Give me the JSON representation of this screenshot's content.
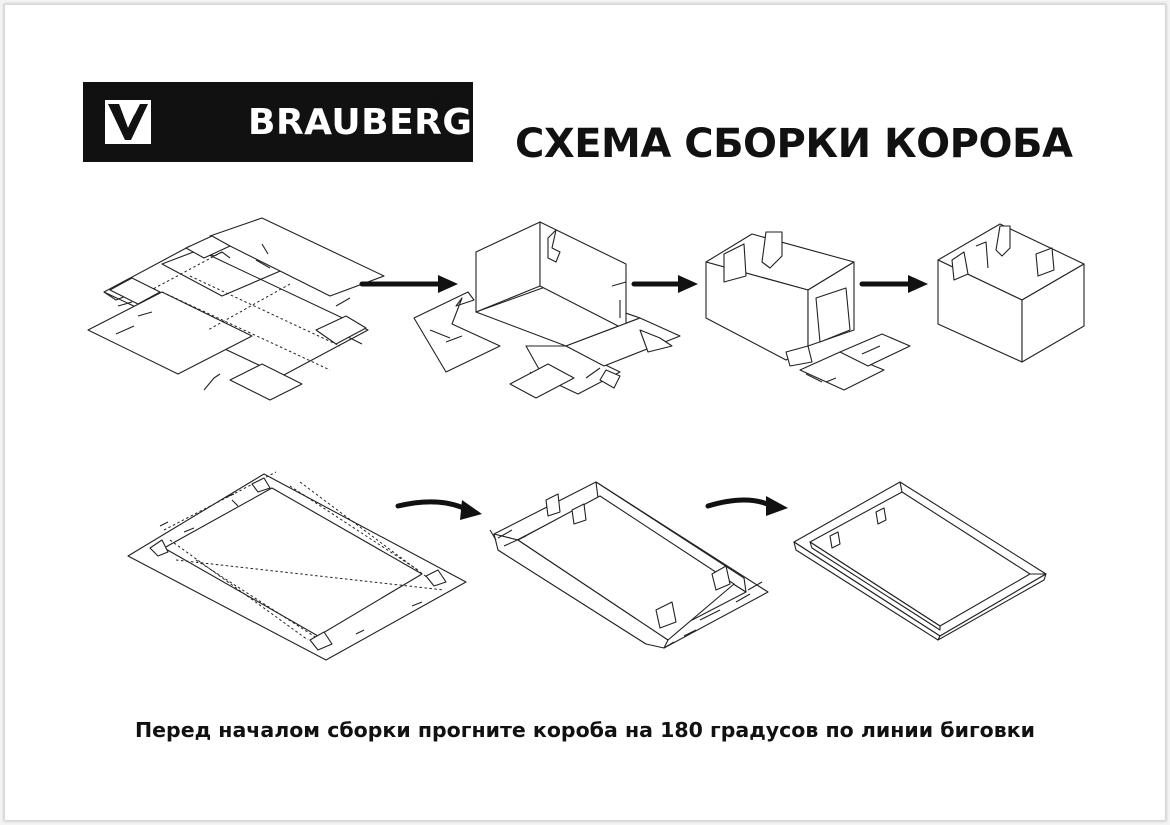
{
  "brand": {
    "name": "BRAUBERG",
    "registered_mark": "®",
    "check_icon": "check-icon"
  },
  "title": "СХЕМА СБОРКИ КОРОБА",
  "caption": "Перед началом сборки прогните короба на 180 градусов по линии биговки",
  "colors": {
    "ink": "#111111",
    "paper": "#ffffff",
    "background": "#f4f4f4"
  }
}
